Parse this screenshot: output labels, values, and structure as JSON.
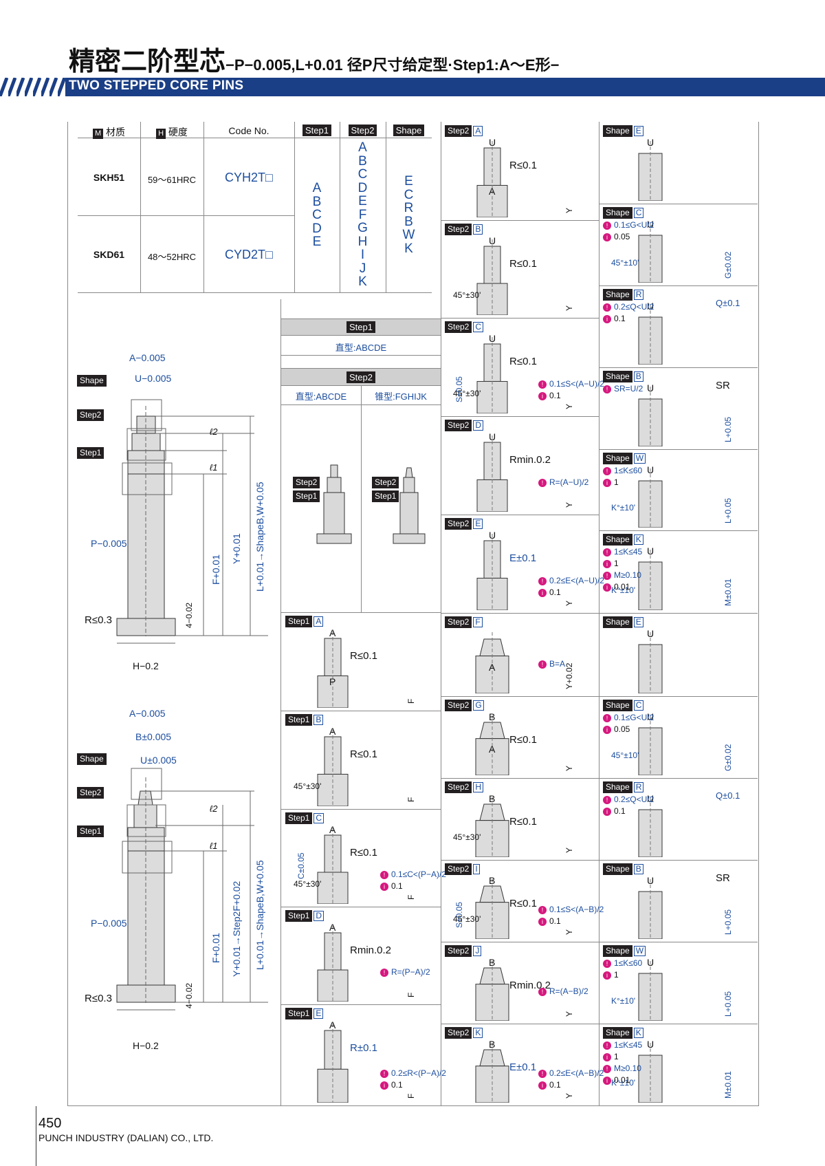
{
  "header": {
    "title_cn": "精密二阶型芯",
    "title_suffix": "−P−0.005,L+0.01 径P尺寸给定型·Step1:A～E形−",
    "subtitle": "TWO STEPPED CORE PINS"
  },
  "spec_table": {
    "col_material": "材质",
    "col_material_icon": "M",
    "col_hardness": "硬度",
    "col_hardness_icon": "H",
    "col_code": "Code No.",
    "col_step1": "Step1",
    "col_step2": "Step2",
    "col_shape": "Shape",
    "rows": [
      {
        "material": "SKH51",
        "hardness": "59～61HRC",
        "code": "CYH2T□"
      },
      {
        "material": "SKD61",
        "hardness": "48～52HRC",
        "code": "CYD2T□"
      }
    ],
    "step1_options": [
      "A",
      "B",
      "C",
      "D",
      "E"
    ],
    "step2_options": [
      "A",
      "B",
      "C",
      "D",
      "E",
      "F",
      "G",
      "H",
      "I",
      "J",
      "K"
    ],
    "shape_options": [
      "E",
      "C",
      "R",
      "B",
      "W",
      "K"
    ]
  },
  "type_table": {
    "step1_label": "Step1",
    "step1_straight": "直型:ABCDE",
    "step2_label": "Step2",
    "step2_straight": "直型:ABCDE",
    "step2_taper": "锥型:FGHIJK",
    "img_step2": "Step2",
    "img_step1": "Step1"
  },
  "main_drawing": {
    "label_shape": "Shape",
    "label_step2": "Step2",
    "label_step1": "Step1",
    "dim_A": "A−0.005",
    "dim_U": "U−0.005",
    "dim_P": "P−0.005",
    "dim_R": "R≤0.3",
    "dim_H": "H−0.2",
    "dim_4": "4−0.02",
    "dim_l2": "ℓ2",
    "dim_l1": "ℓ1",
    "dim_F": "F+0.01",
    "dim_Y": "Y+0.01",
    "dim_L": "L+0.01→ShapeB,W+0.05"
  },
  "taper_drawing": {
    "dim_A": "A−0.005",
    "dim_B": "B±0.005",
    "dim_U": "U±0.005",
    "dim_Y": "Y+0.01→Step2F+0.02",
    "dim_L": "L+0.01→ShapeB,W+0.05"
  },
  "step1_cells": [
    {
      "tag": "Step1",
      "letter": "A",
      "top": "A",
      "r": "R≤0.1",
      "mid": "P",
      "side": "F"
    },
    {
      "tag": "Step1",
      "letter": "B",
      "top": "A",
      "r": "R≤0.1",
      "angle": "45°±30'",
      "side": "F"
    },
    {
      "tag": "Step1",
      "letter": "C",
      "top": "A",
      "r": "R≤0.1",
      "angle": "45°±30'",
      "c": "C±0.05",
      "n1": "0.1≤C<(P−A)/2",
      "n2": "0.1",
      "side": "F"
    },
    {
      "tag": "Step1",
      "letter": "D",
      "top": "A",
      "r": "Rmin.0.2",
      "n1": "R=(P−A)/2",
      "side": "F"
    },
    {
      "tag": "Step1",
      "letter": "E",
      "top": "A",
      "r": "R±0.1",
      "n1": "0.2≤R<(P−A)/2",
      "n2": "0.1",
      "side": "F"
    }
  ],
  "step2_cells": [
    {
      "tag": "Step2",
      "letter": "A",
      "top": "U",
      "r": "R≤0.1",
      "mid": "A",
      "side": "Y"
    },
    {
      "tag": "Step2",
      "letter": "B",
      "top": "U",
      "r": "R≤0.1",
      "angle": "45°±30'",
      "side": "Y"
    },
    {
      "tag": "Step2",
      "letter": "C",
      "top": "U",
      "r": "R≤0.1",
      "angle": "45°±30'",
      "s": "S±0.05",
      "n1": "0.1≤S<(A−U)/2",
      "n2": "0.1",
      "side": "Y"
    },
    {
      "tag": "Step2",
      "letter": "D",
      "top": "U",
      "r": "Rmin.0.2",
      "n1": "R=(A−U)/2",
      "side": "Y"
    },
    {
      "tag": "Step2",
      "letter": "E",
      "top": "U",
      "r": "E±0.1",
      "n1": "0.2≤E<(A−U)/2",
      "n2": "0.1",
      "side": "Y"
    },
    {
      "tag": "Step2",
      "letter": "F",
      "mid": "A",
      "side": "Y+0.02",
      "n1": "B=A"
    },
    {
      "tag": "Step2",
      "letter": "G",
      "top": "B",
      "r": "R≤0.1",
      "mid": "A",
      "side": "Y"
    },
    {
      "tag": "Step2",
      "letter": "H",
      "top": "B",
      "r": "R≤0.1",
      "angle": "45°±30'",
      "side": "Y"
    },
    {
      "tag": "Step2",
      "letter": "I",
      "top": "B",
      "r": "R≤0.1",
      "angle": "45°±30'",
      "s": "S±0.05",
      "n1": "0.1≤S<(A−B)/2",
      "n2": "0.1",
      "side": "Y"
    },
    {
      "tag": "Step2",
      "letter": "J",
      "top": "B",
      "r": "Rmin.0.2",
      "n1": "R=(A−B)/2",
      "side": "Y"
    },
    {
      "tag": "Step2",
      "letter": "K",
      "top": "B",
      "r": "E±0.1",
      "n1": "0.2≤E<(A−B)/2",
      "n2": "0.1",
      "side": "Y"
    }
  ],
  "shape_cells": [
    {
      "tag": "Shape",
      "letter": "E",
      "top": "U"
    },
    {
      "tag": "Shape",
      "letter": "C",
      "top": "U",
      "n1": "0.1≤G<U/2",
      "n2": "0.05",
      "angle": "45°±10'",
      "side": "G±0.02"
    },
    {
      "tag": "Shape",
      "letter": "R",
      "top": "U",
      "n1": "0.2≤Q<U/2",
      "n2": "0.1",
      "q": "Q±0.1"
    },
    {
      "tag": "Shape",
      "letter": "B",
      "top": "U",
      "n1": "SR=U/2",
      "sr": "SR",
      "side": "L+0.05"
    },
    {
      "tag": "Shape",
      "letter": "W",
      "top": "U",
      "n1": "1≤K≤60",
      "n2": "1",
      "angle": "K°±10'",
      "side": "L+0.05"
    },
    {
      "tag": "Shape",
      "letter": "K",
      "top": "U",
      "n1": "1≤K≤45",
      "n2": "1",
      "n3": "M≥0.10",
      "n4": "0.01",
      "angle": "K°±10'",
      "side": "M±0.01"
    },
    {
      "tag": "Shape",
      "letter": "E",
      "top": "U"
    },
    {
      "tag": "Shape",
      "letter": "C",
      "top": "U",
      "n1": "0.1≤G<U/2",
      "n2": "0.05",
      "angle": "45°±10'",
      "side": "G±0.02"
    },
    {
      "tag": "Shape",
      "letter": "R",
      "top": "U",
      "n1": "0.2≤Q<U/2",
      "n2": "0.1",
      "q": "Q±0.1"
    },
    {
      "tag": "Shape",
      "letter": "B",
      "top": "U",
      "sr": "SR",
      "side": "L+0.05"
    },
    {
      "tag": "Shape",
      "letter": "W",
      "top": "U",
      "n1": "1≤K≤60",
      "n2": "1",
      "angle": "K°±10'",
      "side": "L+0.05"
    },
    {
      "tag": "Shape",
      "letter": "K",
      "top": "U",
      "n1": "1≤K≤45",
      "n2": "1",
      "n3": "M≥0.10",
      "n4": "0.01",
      "angle": "K°±10'",
      "side": "M±0.01"
    }
  ],
  "footer": {
    "page_number": "450",
    "company": "PUNCH INDUSTRY (DALIAN) CO., LTD."
  },
  "colors": {
    "accent_blue": "#1b4d9e",
    "note_pink": "#d6177e",
    "tag_bg": "#231f20"
  }
}
